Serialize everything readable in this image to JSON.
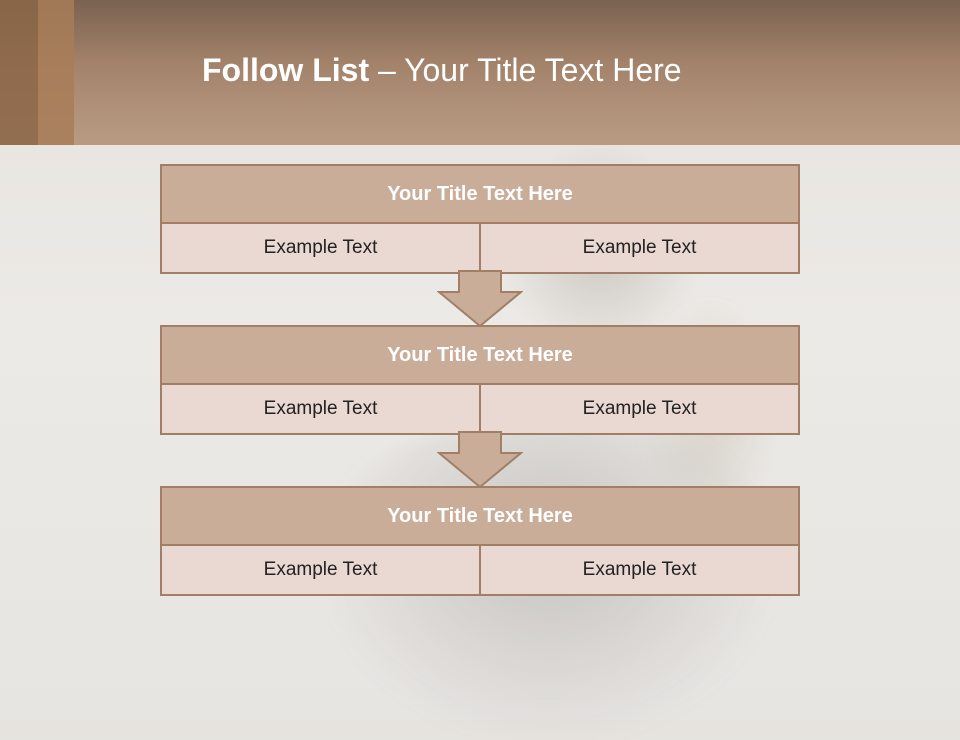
{
  "slide": {
    "title_bold": "Follow List",
    "title_rest": " – Your Title Text Here"
  },
  "blocks": [
    {
      "title": "Your Title Text Here",
      "left": "Example Text",
      "right": "Example Text"
    },
    {
      "title": "Your Title Text Here",
      "left": "Example Text",
      "right": "Example Text"
    },
    {
      "title": "Your Title Text Here",
      "left": "Example Text",
      "right": "Example Text"
    }
  ],
  "colors": {
    "header": "#a4836b",
    "box_title": "#c9ad98",
    "box_cell": "#ead9d3",
    "border": "#a27e66"
  }
}
